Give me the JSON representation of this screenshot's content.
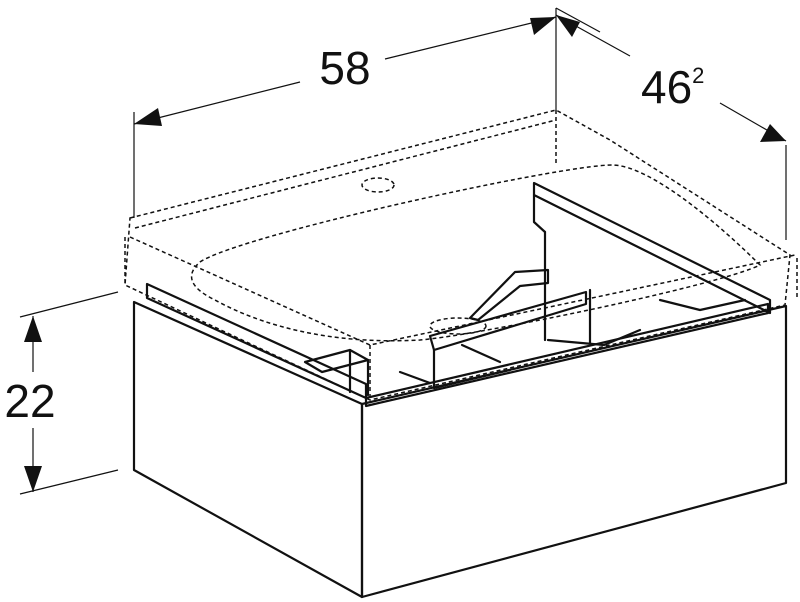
{
  "dimensions": {
    "width": {
      "value": "58"
    },
    "depth": {
      "value": "46",
      "superscript": "2"
    },
    "height": {
      "value": "22"
    }
  },
  "colors": {
    "line": "#111111",
    "background": "#ffffff"
  }
}
